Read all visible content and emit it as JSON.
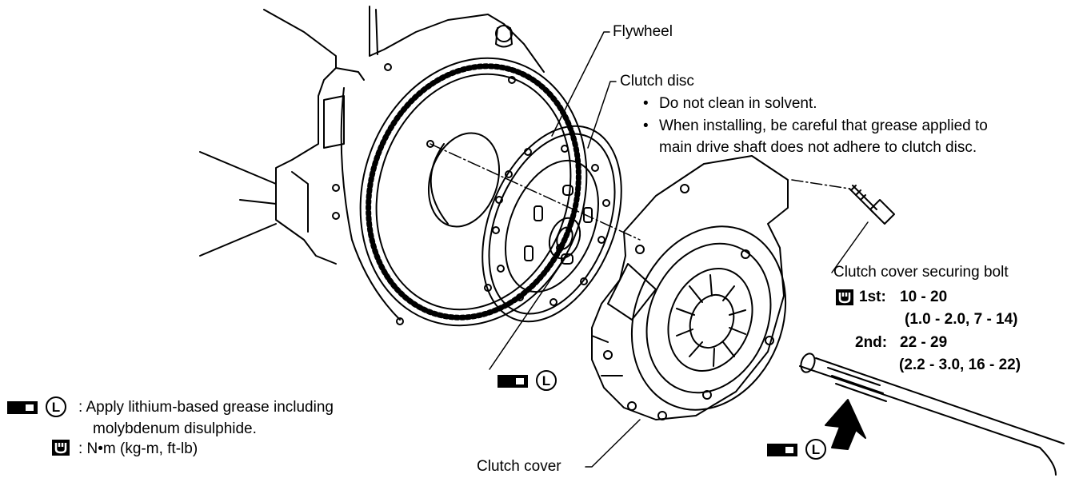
{
  "labels": {
    "flywheel": "Flywheel",
    "clutch_disc": "Clutch disc",
    "clutch_disc_notes": [
      "Do not clean in solvent.",
      "When installing, be careful that grease applied to",
      "main drive shaft does not adhere to clutch disc."
    ],
    "clutch_cover": "Clutch cover",
    "bolt": {
      "title": "Clutch cover securing bolt",
      "first_label": "1st:",
      "first_value": "10  -  20",
      "first_alt": "(1.0  -  2.0,  7  -  14)",
      "second_label": "2nd:",
      "second_value": "22  -  29",
      "second_alt": "(2.2  -  3.0,  16  -  22)"
    }
  },
  "legend": {
    "grease_text_1": ":  Apply lithium-based grease including",
    "grease_text_2": "molybdenum disulphide.",
    "torque_text": ":  N•m  (kg-m,  ft-lb)"
  },
  "symbols": {
    "grease_letter": "L"
  }
}
